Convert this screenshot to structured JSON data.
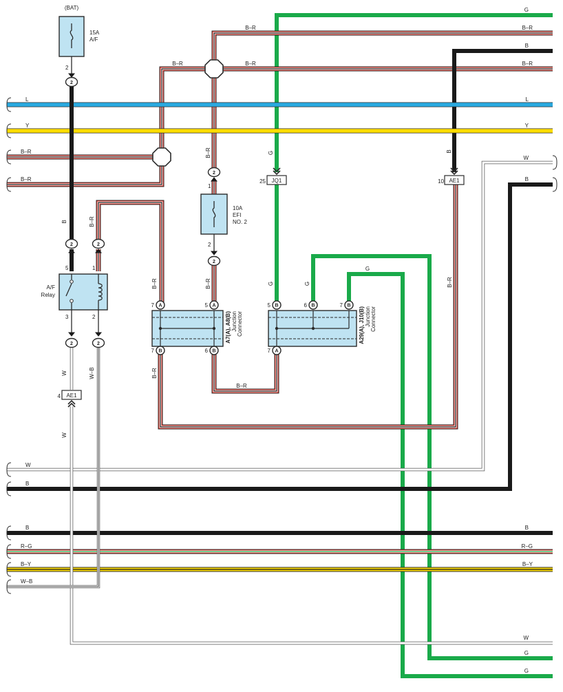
{
  "colors": {
    "L": "#29a9e0",
    "Y": "#ffdd00",
    "G": "#1aaa4a",
    "B": "#1a1a1a",
    "R": "#e8392e",
    "W": "#ffffff",
    "outline": "#2b2b2b",
    "component_fill": "#bfe3f2"
  },
  "wire_labels": {
    "G": "G",
    "BR": "B–R",
    "B": "B",
    "L": "L",
    "Y": "Y",
    "W": "W",
    "WB": "W–B",
    "RG": "R–G",
    "BY": "B–Y"
  },
  "components": {
    "bat": "(BAT)",
    "fuse_af_amp": "15A",
    "fuse_af_name": "A/F",
    "fuse_efi_amp": "10A",
    "fuse_efi_name1": "EFI",
    "fuse_efi_name2": "NO. 2",
    "relay_name1": "A/F",
    "relay_name2": "Relay",
    "jc1_name": "A7(A), A8(B)",
    "jc2_name": "A29(A), J10(B)",
    "jc_line1": "Junction",
    "jc_line2": "Connector"
  },
  "connectors": {
    "jq1": "JQ1",
    "ae1": "AE1",
    "num_25": "25",
    "num_10": "10",
    "num_4": "4"
  },
  "pins": {
    "p1": "1",
    "p2": "2",
    "p3": "3",
    "p5": "5",
    "p6": "6",
    "p7": "7",
    "A": "A",
    "B": "B"
  }
}
